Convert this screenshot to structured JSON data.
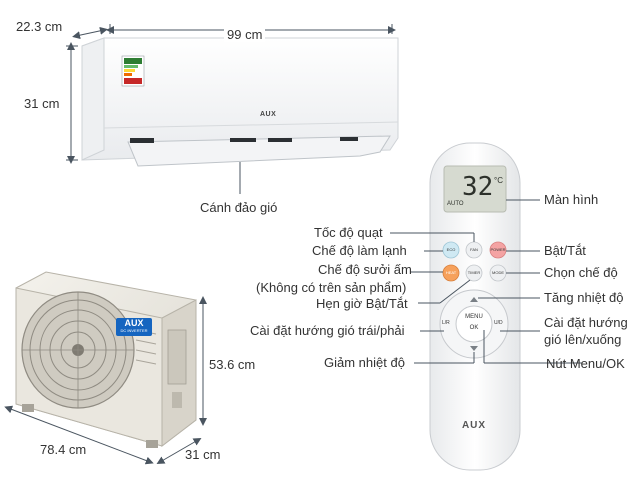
{
  "brand": "AUX",
  "indoor_unit": {
    "depth": "22.3 cm",
    "width": "99 cm",
    "height": "31 cm",
    "louver_label": "Cánh đảo gió"
  },
  "outdoor_unit": {
    "badge": "AUX",
    "badge_sub": "DC INVERTER",
    "height": "53.6 cm",
    "width": "78.4 cm",
    "depth": "31 cm"
  },
  "remote": {
    "display_value": "32",
    "display_unit": "°C",
    "display_mode": "AUTO",
    "buttons": {
      "eco": "ECO",
      "fan": "FAN",
      "power": "POWER",
      "heat": "HEAT",
      "timer": "TIMER",
      "mode": "MODE",
      "menu": "MENU",
      "ok": "OK",
      "lr": "L/R",
      "ud": "U/D"
    }
  },
  "callouts": {
    "man_hinh": "Màn hình",
    "toc_do_quat": "Tốc độ quạt",
    "che_do_lam_lanh": "Chế độ làm lạnh",
    "bat_tat": "Bật/Tắt",
    "che_do_suoi_am": "Chế độ sưởi ấm",
    "khong_co": "(Không có trên sản phẩm)",
    "chon_che_do": "Chọn chế độ",
    "hen_gio": "Hẹn giờ Bật/Tắt",
    "tang_nhiet_do": "Tăng nhiệt độ",
    "huong_gio_trai_phai": "Cài đặt hướng gió trái/phải",
    "huong_gio_len_xuong_1": "Cài đặt hướng",
    "huong_gio_len_xuong_2": "gió lên/xuống",
    "giam_nhiet_do": "Giảm nhiệt độ",
    "nut_menu_ok": "Nút Menu/OK"
  },
  "colors": {
    "accent": "#1a73e8",
    "line": "#4a5560",
    "power_button": "#f4a3a3",
    "heat_button": "#f6a15c",
    "eco_button": "#cfe9f3",
    "display_bg": "#d6dad0"
  }
}
